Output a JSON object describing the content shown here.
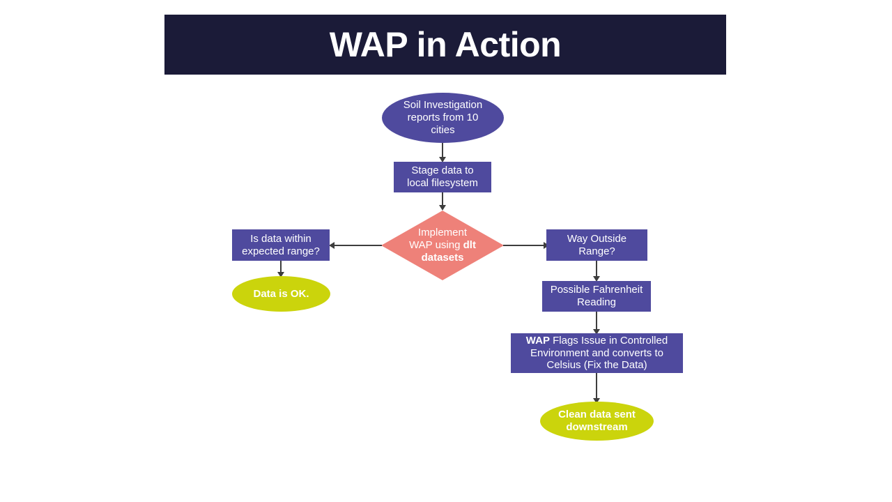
{
  "slide": {
    "title": "WAP in Action",
    "background_color": "#ffffff",
    "title_bar_color": "#1b1b38",
    "title_text_color": "#ffffff"
  },
  "palette": {
    "purple": "#4f4a9e",
    "salmon": "#ee8179",
    "green": "#cbd40c",
    "navy": "#1b1b38",
    "connector": "#3d3d3d"
  },
  "flowchart": {
    "nodes": {
      "source": {
        "shape": "ellipse",
        "color": "#4f4a9e",
        "text": "Soil Investigation reports from 10 cities",
        "line1": "Soil Investigation",
        "line2": "reports from 10",
        "line3": "cities"
      },
      "stage": {
        "shape": "rectangle",
        "color": "#4f4a9e",
        "text": "Stage data to local filesystem",
        "line1": "Stage data to",
        "line2": "local filesystem"
      },
      "decision": {
        "shape": "diamond",
        "color": "#ee8179",
        "text": "Implement WAP using dlt datasets",
        "line1": "Implement",
        "line2_plain": "WAP using ",
        "line2_bold": "dlt",
        "line3_bold": "datasets"
      },
      "in_range": {
        "shape": "rectangle",
        "color": "#4f4a9e",
        "text": "Is data within expected range?",
        "line1": "Is data within",
        "line2": "expected range?"
      },
      "data_ok": {
        "shape": "ellipse",
        "color": "#cbd40c",
        "text": "Data is OK."
      },
      "way_outside": {
        "shape": "rectangle",
        "color": "#4f4a9e",
        "text": "Way Outside Range?",
        "line1": "Way Outside",
        "line2": "Range?"
      },
      "fahrenheit": {
        "shape": "rectangle",
        "color": "#4f4a9e",
        "text": "Possible Fahrenheit Reading",
        "line1": "Possible Fahrenheit",
        "line2": "Reading"
      },
      "wap_flags": {
        "shape": "rectangle",
        "color": "#4f4a9e",
        "text": "WAP Flags Issue in Controlled Environment and converts to Celsius (Fix the Data)",
        "line1_bold": "WAP",
        "line1_plain": " Flags Issue in Controlled",
        "line2": "Environment and converts to",
        "line3": "Celsius (Fix the Data)"
      },
      "clean_data": {
        "shape": "ellipse",
        "color": "#cbd40c",
        "text": "Clean data sent downstream",
        "line1": "Clean data sent",
        "line2": "downstream"
      }
    },
    "edges": [
      {
        "from": "source",
        "to": "stage",
        "direction": "down"
      },
      {
        "from": "stage",
        "to": "decision",
        "direction": "down"
      },
      {
        "from": "decision",
        "to": "in_range",
        "direction": "left"
      },
      {
        "from": "decision",
        "to": "way_outside",
        "direction": "right"
      },
      {
        "from": "in_range",
        "to": "data_ok",
        "direction": "down"
      },
      {
        "from": "way_outside",
        "to": "fahrenheit",
        "direction": "down"
      },
      {
        "from": "fahrenheit",
        "to": "wap_flags",
        "direction": "down"
      },
      {
        "from": "wap_flags",
        "to": "clean_data",
        "direction": "down"
      }
    ]
  }
}
